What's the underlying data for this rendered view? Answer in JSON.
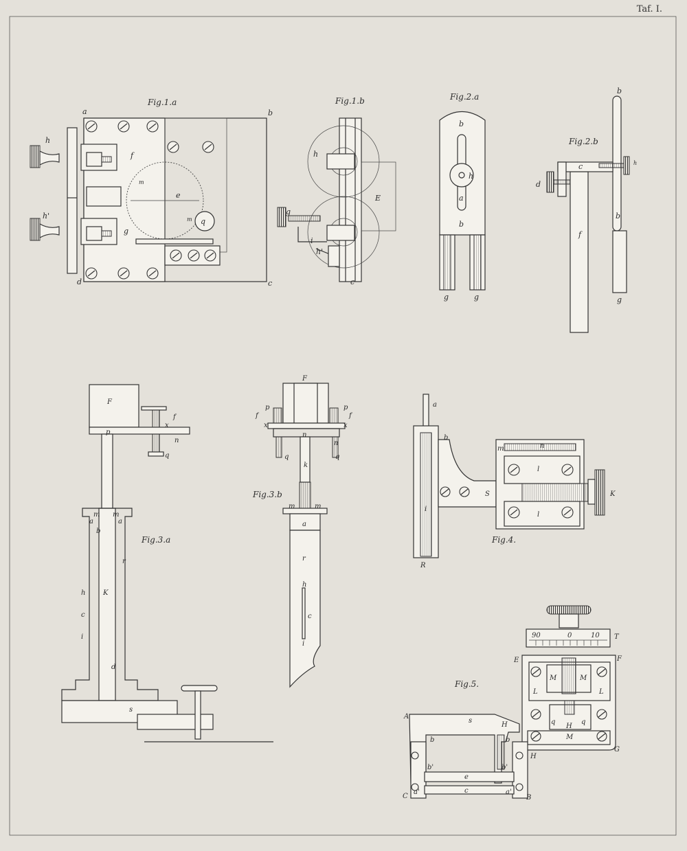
{
  "plate_label": "Taf. I.",
  "figures": {
    "fig1a": {
      "title": "Fig.1.a",
      "labels": [
        "a",
        "b",
        "c",
        "d",
        "e",
        "f",
        "g",
        "h",
        "h'",
        "m",
        "m",
        "q"
      ]
    },
    "fig1b": {
      "title": "Fig.1.b",
      "labels": [
        "E",
        "c",
        "g",
        "h",
        "h'",
        "i"
      ]
    },
    "fig2a": {
      "title": "Fig.2.a",
      "labels": [
        "b",
        "h",
        "a",
        "b",
        "g",
        "g"
      ]
    },
    "fig2b": {
      "title": "Fig.2.b",
      "labels": [
        "b",
        "c",
        "d",
        "h",
        "f",
        "b",
        "g"
      ]
    },
    "fig3a": {
      "title": "Fig.3.a",
      "labels": [
        "F",
        "p",
        "f",
        "x",
        "n",
        "q",
        "m",
        "m",
        "a",
        "a",
        "b",
        "r",
        "K",
        "h",
        "c",
        "i",
        "d",
        "s"
      ]
    },
    "fig3b": {
      "title": "Fig.3.b",
      "labels": [
        "F",
        "p",
        "p",
        "f",
        "f",
        "x",
        "x",
        "n",
        "n",
        "q",
        "q",
        "k",
        "m",
        "m",
        "a",
        "r",
        "h",
        "c",
        "i"
      ]
    },
    "fig4": {
      "title": "Fig.4.",
      "labels": [
        "a",
        "b",
        "m",
        "n",
        "l",
        "S",
        "K",
        "l",
        "i",
        "R"
      ]
    },
    "fig5": {
      "title": "Fig.5.",
      "labels": [
        "T",
        "E",
        "F",
        "M",
        "M",
        "L",
        "L",
        "q",
        "H",
        "q",
        "A",
        "s",
        "H",
        "b",
        "b",
        "H",
        "M",
        "G",
        "b'",
        "b'",
        "e",
        "C",
        "a'",
        "c",
        "a'",
        "B"
      ],
      "scale_ticks": [
        "90",
        "0",
        "10"
      ]
    }
  }
}
